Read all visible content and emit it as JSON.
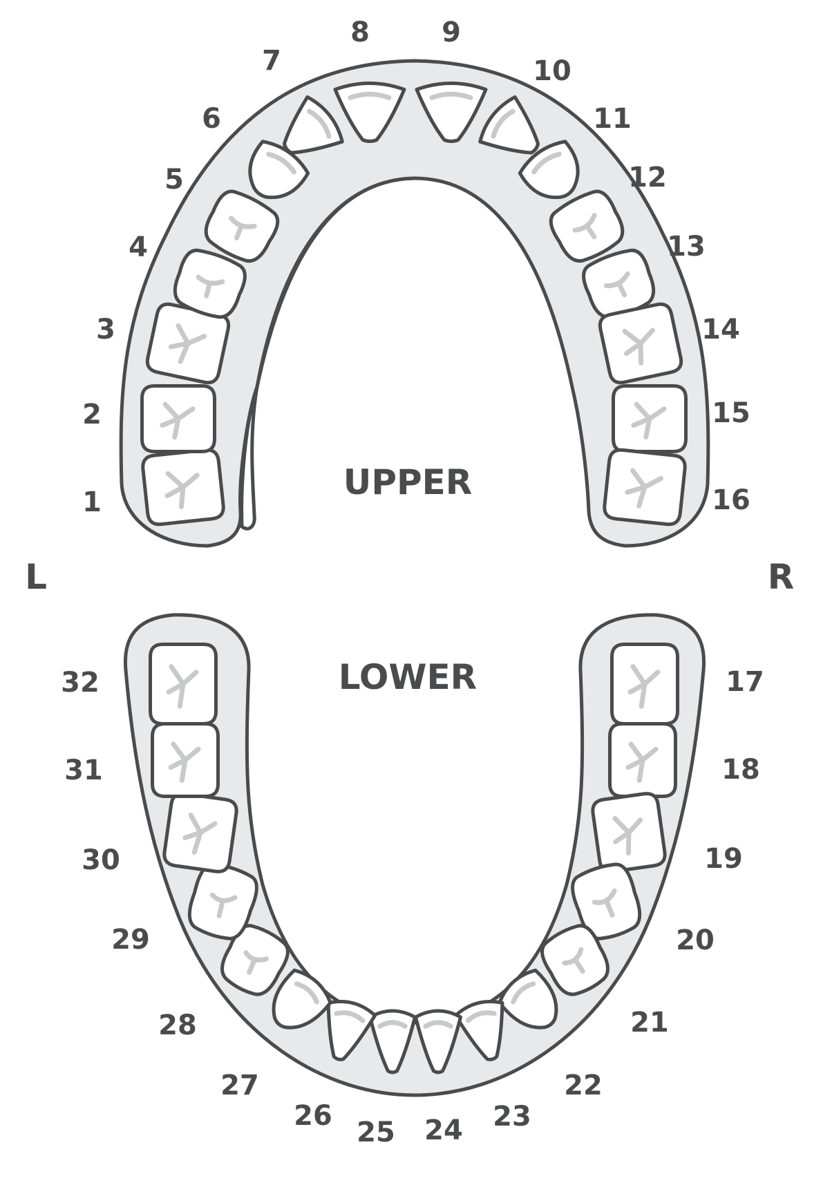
{
  "labels": {
    "upper": "UPPER",
    "lower": "LOWER",
    "left": "L",
    "right": "R"
  },
  "teeth": [
    {
      "number": "1",
      "kind": "molar"
    },
    {
      "number": "2",
      "kind": "molar"
    },
    {
      "number": "3",
      "kind": "molar"
    },
    {
      "number": "4",
      "kind": "premolar"
    },
    {
      "number": "5",
      "kind": "premolar"
    },
    {
      "number": "6",
      "kind": "canine"
    },
    {
      "number": "7",
      "kind": "incisor"
    },
    {
      "number": "8",
      "kind": "incisor"
    },
    {
      "number": "9",
      "kind": "incisor"
    },
    {
      "number": "10",
      "kind": "incisor"
    },
    {
      "number": "11",
      "kind": "canine"
    },
    {
      "number": "12",
      "kind": "premolar"
    },
    {
      "number": "13",
      "kind": "premolar"
    },
    {
      "number": "14",
      "kind": "molar"
    },
    {
      "number": "15",
      "kind": "molar"
    },
    {
      "number": "16",
      "kind": "molar"
    },
    {
      "number": "17",
      "kind": "molar"
    },
    {
      "number": "18",
      "kind": "molar"
    },
    {
      "number": "19",
      "kind": "molar"
    },
    {
      "number": "20",
      "kind": "premolar"
    },
    {
      "number": "21",
      "kind": "premolar"
    },
    {
      "number": "22",
      "kind": "canine"
    },
    {
      "number": "23",
      "kind": "incisor"
    },
    {
      "number": "24",
      "kind": "incisor"
    },
    {
      "number": "25",
      "kind": "incisor"
    },
    {
      "number": "26",
      "kind": "incisor"
    },
    {
      "number": "27",
      "kind": "canine"
    },
    {
      "number": "28",
      "kind": "premolar"
    },
    {
      "number": "29",
      "kind": "premolar"
    },
    {
      "number": "30",
      "kind": "molar"
    },
    {
      "number": "31",
      "kind": "molar"
    },
    {
      "number": "32",
      "kind": "molar"
    }
  ],
  "colors": {
    "outline": "#4a4b4d",
    "gum": "#e8e9eb",
    "groove": "#c8c9cb"
  }
}
